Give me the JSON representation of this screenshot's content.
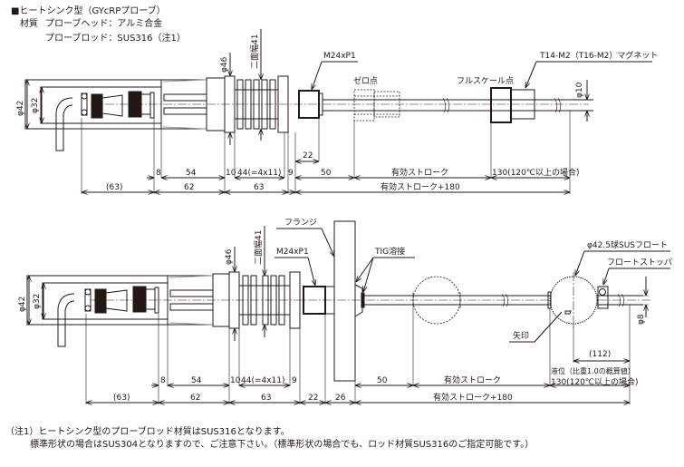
{
  "header": {
    "title": "■ヒートシンク型（GYcRPプローブ）",
    "material_label": "材質",
    "head_material": "プローブヘッド：アルミ合金",
    "rod_material": "プローブロッド：SUS316（注1）"
  },
  "top_drawing": {
    "labels": {
      "dia46": "φ46",
      "flat41": "二面幅41",
      "thread": "M24xP1",
      "zero_point": "ゼロ点",
      "full_scale": "フルスケール点",
      "magnet": "T14-M2（T16-M2）マグネット",
      "dia42": "φ42",
      "dia32": "φ32",
      "dia10": "φ10"
    },
    "dims": {
      "d8": "8",
      "d54": "54",
      "d10": "10",
      "d44": "44(=4x11)",
      "d9": "9",
      "d22": "22",
      "d50": "50",
      "stroke": "有効ストローク",
      "d130": "130(120℃以上の場合)",
      "d63p": "(63)",
      "d62": "62",
      "d63": "63",
      "total": "有効ストローク+180"
    }
  },
  "bottom_drawing": {
    "labels": {
      "flange": "フランジ",
      "dia46": "φ46",
      "flat41": "二面幅41",
      "thread": "M24xP1",
      "tig": "TIG溶接",
      "float": "φ42.5球SUSフロート",
      "stopper": "フロートストッパ",
      "arrow_mark": "矢印",
      "dia42": "φ42",
      "dia32": "φ32",
      "dia8": "φ8"
    },
    "dims": {
      "d8": "8",
      "d54": "54",
      "d10": "10",
      "d44": "44(=4x11)",
      "d9": "9",
      "d112": "(112)",
      "liquid": "液位（比重1.0の概算値）",
      "d50": "50",
      "stroke": "有効ストローク",
      "d130": "130(120℃以上の場合)",
      "d63p": "(63)",
      "d62": "62",
      "d63": "63",
      "d22": "22",
      "d26": "26",
      "total": "有効ストローク+180"
    }
  },
  "notes": {
    "line1": "（注1）ヒートシンク型のプローブロッド材質はSUS316となります。",
    "line2": "標準形状の場合はSUS304となりますので、ご注意下さい。（標準形状の場合でも、ロッド材質SUS316のご指定可能です。）"
  }
}
